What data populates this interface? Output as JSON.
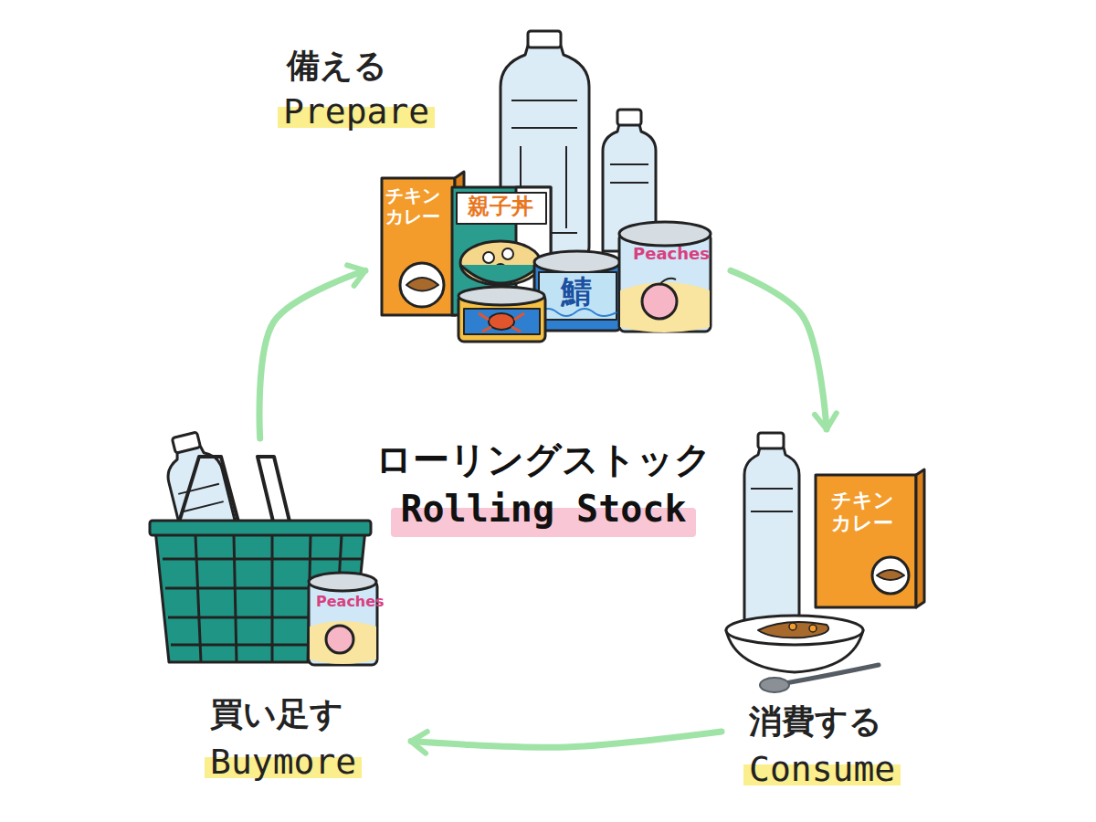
{
  "diagram": {
    "title": "ローリングストック Rolling Stock",
    "nodes": [
      {
        "text": [
          "備える",
          "Prepare"
        ]
      },
      {
        "text": [
          "消費する",
          "Consume"
        ]
      },
      {
        "text": [
          "買い足す",
          "Buymore"
        ]
      }
    ],
    "edges": [
      {
        "from": 0,
        "to": 1,
        "arrow": "to"
      },
      {
        "from": 1,
        "to": 2,
        "arrow": "to"
      },
      {
        "from": 2,
        "to": 0,
        "arrow": "to"
      }
    ],
    "labels": [
      "チキンカレー",
      "親子丼",
      "鯖",
      "Peaches",
      "チキンカレー",
      "Peaches"
    ]
  }
}
